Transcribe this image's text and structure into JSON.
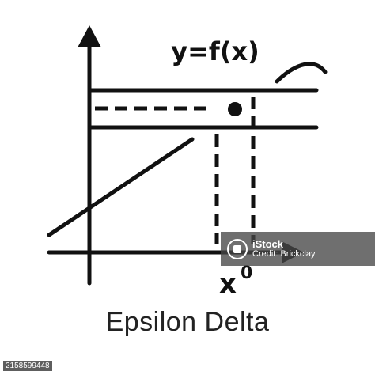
{
  "diagram": {
    "formula": "y=f(x)",
    "x_label": "x",
    "x_subscript": "0"
  },
  "caption": "Epsilon Delta",
  "watermark": {
    "brand": "iStock",
    "credit": "Credit: Brickclay"
  },
  "image_id": "2158599448",
  "colors": {
    "ink": "#111111",
    "background": "#ffffff"
  }
}
